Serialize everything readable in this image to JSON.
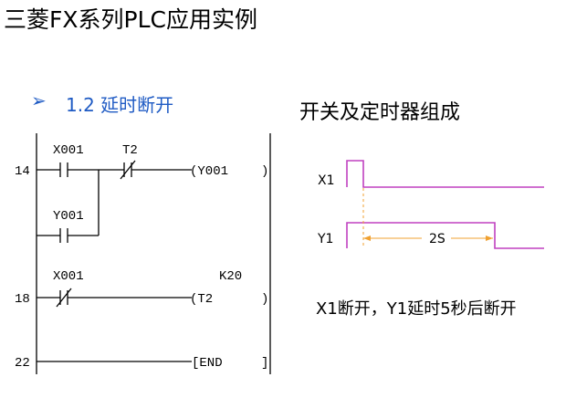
{
  "page_title": "三菱FX系列PLC应用实例",
  "section": {
    "bullet": "➢",
    "heading": "1.2  延时断开"
  },
  "ladder": {
    "rung1": {
      "step": "14",
      "contact1": "X001",
      "contact2": "T2",
      "coil": "(Y001",
      "coil_end": ")"
    },
    "branch": {
      "contact": "Y001"
    },
    "rung2": {
      "step": "18",
      "contact": "X001",
      "coil": "(T2",
      "coil_end": ")",
      "setting": "K20"
    },
    "rung3": {
      "step": "22",
      "instruction": "[END",
      "instruction_end": "]"
    }
  },
  "timing": {
    "title": "开关及定时器组成",
    "signal1": "X1",
    "signal2": "Y1",
    "delay_label": "2S",
    "color": "#c040c0",
    "dash_color": "#f0a030"
  },
  "description": "X1断开，Y1延时5秒后断开"
}
